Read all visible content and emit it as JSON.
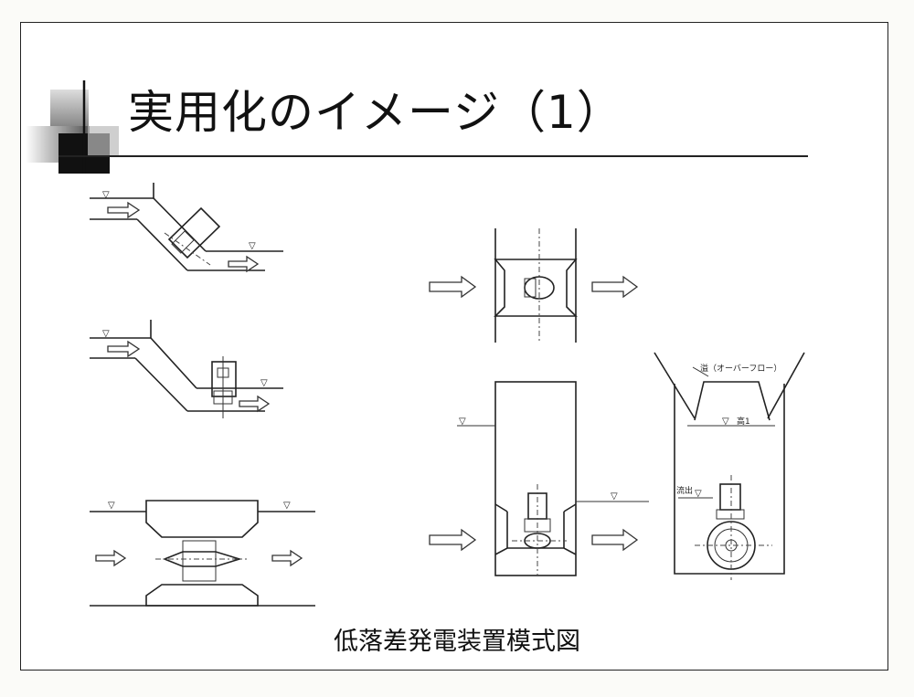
{
  "slide": {
    "title": "実用化のイメージ（1）",
    "caption": "低落差発電装置模式図"
  },
  "diagram_labels": {
    "overflow_note": "溢（オーバーフロー）",
    "water_level_label": "流出"
  },
  "colors": {
    "ink": "#222222",
    "paper": "#ffffff",
    "logo_dark": "#111111",
    "logo_gray": "#9a9a9a"
  }
}
